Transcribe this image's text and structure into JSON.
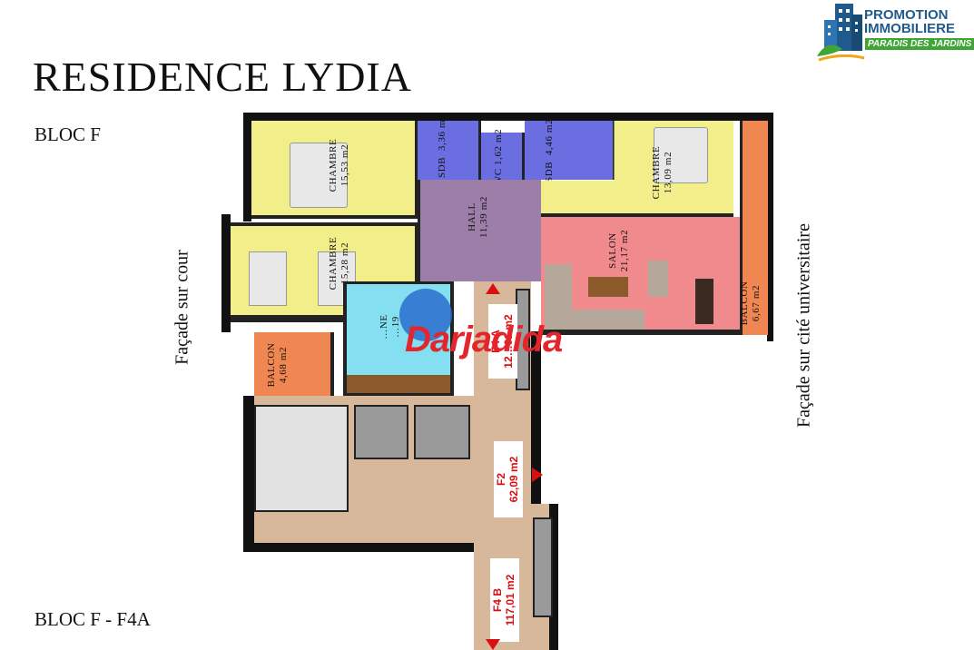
{
  "logo": {
    "line1": "PROMOTION",
    "line2": "IMMOBILIERE",
    "line3": "PARADIS DES JARDINS",
    "colors": {
      "blue": "#1f5a8c",
      "green": "#3fa535",
      "orange": "#f2a51a"
    }
  },
  "title": "RESIDENCE LYDIA",
  "bloc_label": "BLOC F",
  "bloc_footer": "BLOC F - F4A",
  "facade_left": "Façade sur cour",
  "facade_right": "Façade sur cité universitaire",
  "watermark": "Darjadida",
  "rooms": {
    "chambre1": {
      "name": "CHAMBRE",
      "area": "15,53 m2"
    },
    "sdb1": {
      "name": "SDB",
      "area": "3,36 m2"
    },
    "wc": {
      "name": "WC",
      "area": "1,62 m2"
    },
    "sdb2": {
      "name": "SDB",
      "area": "4,46 m2"
    },
    "chambre3": {
      "name": "CHAMBRE",
      "area": "13,09 m2"
    },
    "hall": {
      "name": "HALL",
      "area": "11,39 m2"
    },
    "chambre2": {
      "name": "CHAMBRE",
      "area": "15,28 m2"
    },
    "salon": {
      "name": "SALON",
      "area": "21,17 m2"
    },
    "balcon_right": {
      "name": "BALCON",
      "area": "6,67 m2"
    },
    "cuisine": {
      "name": "…NE",
      "area": "…19"
    },
    "balcon_left": {
      "name": "BALCON",
      "area": "4,68 m2"
    }
  },
  "units": {
    "f4a": {
      "name": "F4 A",
      "area": "12…01 m2"
    },
    "f2": {
      "name": "F2",
      "area": "62,09 m2"
    },
    "f4b": {
      "name": "F4 B",
      "area": "117,01 m2"
    }
  },
  "colors": {
    "yellow": "#f2ef8a",
    "violet": "#6b6ee0",
    "purple": "#9c7ea8",
    "pink": "#f08a8c",
    "orange": "#f08652",
    "cyan": "#84dff0",
    "beige": "#d8b89a",
    "grey": "#9a9a9a"
  }
}
